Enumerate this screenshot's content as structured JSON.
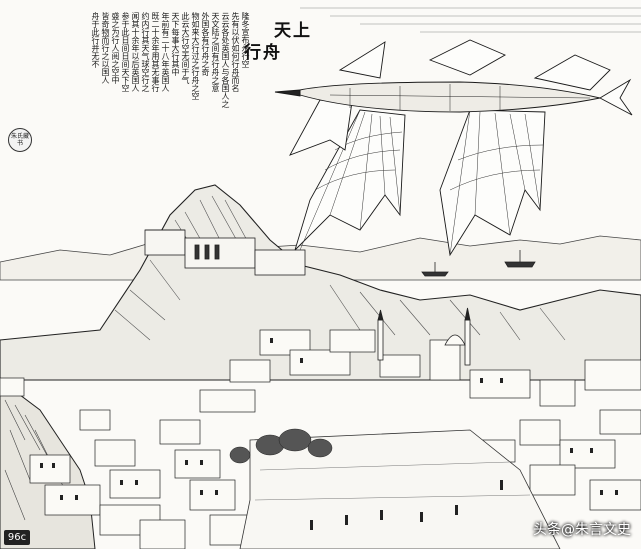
{
  "illustration": {
    "title_line1": "天上",
    "title_line2": "行舟",
    "body_columns": [
      "隆冬宣布永行空",
      "先有以伏如何行舟而名",
      "云云各处英国人与各国人之",
      "天文陆之间有行舟之意",
      "外国各有行舟之奇",
      "物如来大行过之行舟之空",
      "此云大行空无间于气",
      "天下每事大行其中",
      "年前有二十八年英国人",
      "既二十余年用其无事行",
      "约内行其天气球空行之",
      "闻其十余年以后英国人",
      "参于此日间日间天下空",
      "盛之为行人阅之空中",
      "皆奇物而行之以国人",
      "舟于此行并无不"
    ],
    "seal_text": "朱氏藏书",
    "corner_label": "96c",
    "watermark": "头条@朱言文史",
    "colors": {
      "ink": "#1a1a1a",
      "paper": "#fbfaf7"
    }
  }
}
